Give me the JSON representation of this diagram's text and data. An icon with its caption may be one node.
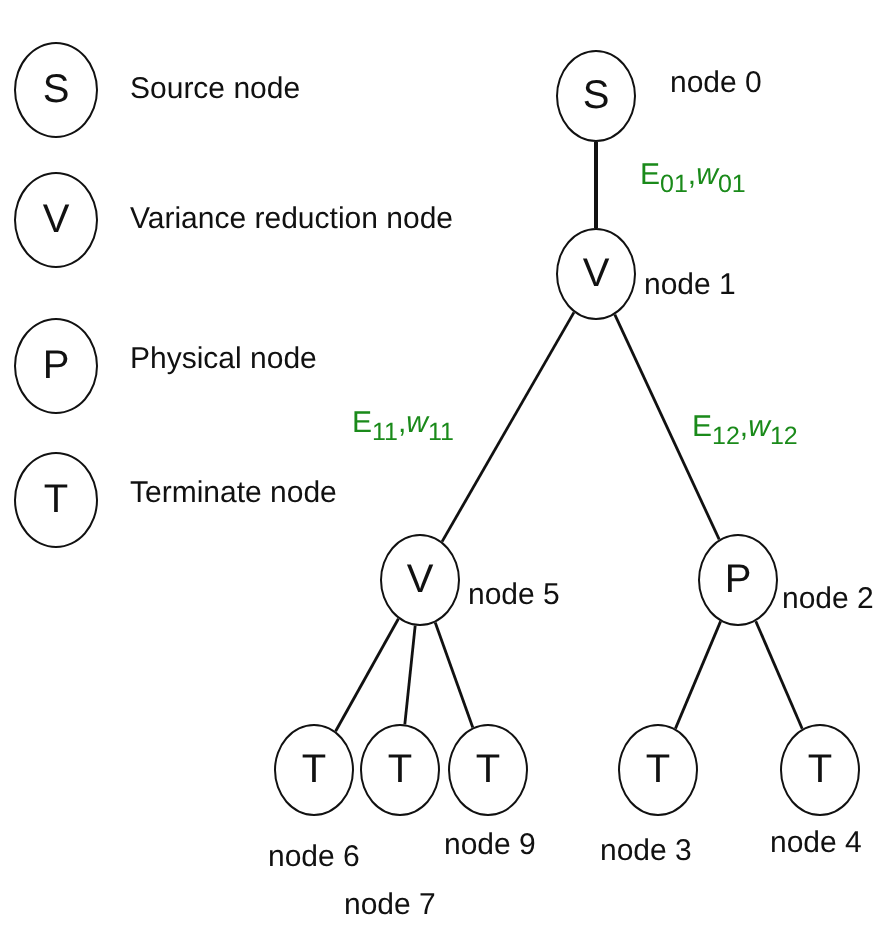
{
  "diagram": {
    "nodes": [
      {
        "text": [
          "S"
        ],
        "beside": [
          "Source node"
        ]
      },
      {
        "text": [
          "V"
        ],
        "beside": [
          "Variance reduction node"
        ]
      },
      {
        "text": [
          "P"
        ],
        "beside": [
          "Physical node"
        ]
      },
      {
        "text": [
          "T"
        ],
        "beside": [
          "Terminate node"
        ]
      },
      {
        "text": [
          "S"
        ],
        "beside": [
          "node 0"
        ]
      },
      {
        "text": [
          "V"
        ],
        "beside": [
          "node 1"
        ]
      },
      {
        "text": [
          "V"
        ],
        "beside": [
          "node 5"
        ]
      },
      {
        "text": [
          "P"
        ],
        "beside": [
          "node 2"
        ]
      },
      {
        "text": [
          "T"
        ],
        "beside": [
          "node 6"
        ]
      },
      {
        "text": [
          "T"
        ],
        "beside": [
          "node 7"
        ]
      },
      {
        "text": [
          "T"
        ],
        "beside": [
          "node 9"
        ]
      },
      {
        "text": [
          "T"
        ],
        "beside": [
          "node 3"
        ]
      },
      {
        "text": [
          "T"
        ],
        "beside": [
          "node 4"
        ]
      }
    ],
    "edges": [
      {
        "from": 4,
        "to": 5,
        "arrow": "none",
        "label": "E$_{01}$,*w*$_{01}$"
      },
      {
        "from": 5,
        "to": 6,
        "arrow": "none",
        "label": "E$_{11}$,*w*$_{11}$"
      },
      {
        "from": 5,
        "to": 7,
        "arrow": "none",
        "label": "E$_{12}$,*w*$_{12}$"
      },
      {
        "from": 6,
        "to": 8,
        "arrow": "none"
      },
      {
        "from": 6,
        "to": 9,
        "arrow": "none"
      },
      {
        "from": 6,
        "to": 10,
        "arrow": "none"
      },
      {
        "from": 7,
        "to": 11,
        "arrow": "none"
      },
      {
        "from": 7,
        "to": 12,
        "arrow": "none"
      }
    ]
  }
}
